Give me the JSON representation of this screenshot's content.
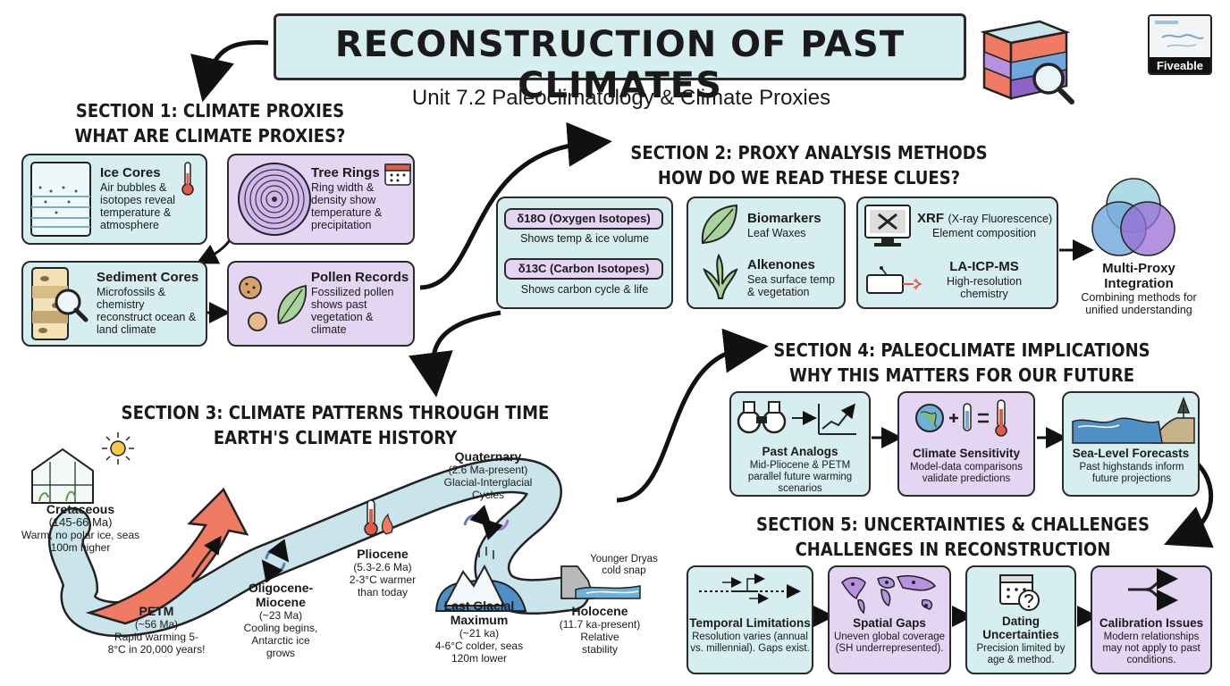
{
  "header": {
    "title": "RECONSTRUCTION OF PAST CLIMATES",
    "subtitle": "Unit 7.2 Paleoclimatology & Climate Proxies",
    "logo_text": "Fiveable"
  },
  "section1": {
    "heading_line1": "SECTION 1: CLIMATE PROXIES",
    "heading_line2": "WHAT ARE CLIMATE PROXIES?",
    "cards": [
      {
        "title": "Ice Cores",
        "text": "Air bubbles & isotopes reveal temperature & atmosphere"
      },
      {
        "title": "Tree Rings",
        "text": "Ring width & density show temperature & precipitation"
      },
      {
        "title": "Sediment Cores",
        "text": "Microfossils & chemistry reconstruct ocean & land climate"
      },
      {
        "title": "Pollen Records",
        "text": "Fossilized pollen shows past vegetation & climate"
      }
    ]
  },
  "section2": {
    "heading_line1": "SECTION 2: PROXY ANALYSIS METHODS",
    "heading_line2": "HOW DO WE READ THESE CLUES?",
    "isotopes": [
      {
        "label": "δ18O (Oxygen Isotopes)",
        "text": "Shows temp & ice volume"
      },
      {
        "label": "δ13C (Carbon Isotopes)",
        "text": "Shows carbon cycle & life"
      }
    ],
    "biomarkers": [
      {
        "title": "Biomarkers",
        "text": "Leaf Waxes"
      },
      {
        "title": "Alkenones",
        "text": "Sea surface temp & vegetation"
      }
    ],
    "instruments": [
      {
        "title": "XRF",
        "title_rest": "(X-ray Fluorescence)",
        "text": "Element composition"
      },
      {
        "title": "LA-ICP-MS",
        "text": "High-resolution chemistry"
      }
    ],
    "integration": {
      "title": "Multi-Proxy Integration",
      "text": "Combining methods for unified understanding"
    }
  },
  "section3": {
    "heading_line1": "SECTION 3: CLIMATE PATTERNS THROUGH TIME",
    "heading_line2": "EARTH'S CLIMATE HISTORY",
    "periods": [
      {
        "name": "Cretaceous",
        "range": "(145-66 Ma)",
        "text": "Warm, no polar ice, seas 100m higher"
      },
      {
        "name": "PETM",
        "range": "(~56 Ma)",
        "text": "Rapid warming 5-8°C in 20,000 years!"
      },
      {
        "name": "Oligocene-Miocene",
        "range": "(~23 Ma)",
        "text": "Cooling begins, Antarctic ice grows"
      },
      {
        "name": "Pliocene",
        "range": "(5.3-2.6 Ma)",
        "text": "2-3°C warmer than today"
      },
      {
        "name": "Quaternary",
        "range": "(2.6 Ma-present)",
        "text": "Glacial-Interglacial Cycles"
      },
      {
        "name": "Last Glacial Maximum",
        "range": "(~21 ka)",
        "text": "4-6°C colder, seas 120m lower"
      },
      {
        "name": "Holocene",
        "range": "(11.7 ka-present)",
        "text": "Relative stability"
      }
    ],
    "younger_dryas": "Younger Dryas cold snap"
  },
  "section4": {
    "heading_line1": "SECTION 4: PALEOCLIMATE IMPLICATIONS",
    "heading_line2": "WHY THIS MATTERS FOR OUR FUTURE",
    "cards": [
      {
        "title": "Past Analogs",
        "text": "Mid-Pliocene & PETM parallel future warming scenarios"
      },
      {
        "title": "Climate Sensitivity",
        "text": "Model-data comparisons validate predictions"
      },
      {
        "title": "Sea-Level Forecasts",
        "text": "Past highstands inform future projections"
      }
    ]
  },
  "section5": {
    "heading_line1": "SECTION 5: UNCERTAINTIES & CHALLENGES",
    "heading_line2": "CHALLENGES IN RECONSTRUCTION",
    "cards": [
      {
        "title": "Temporal Limitations",
        "text": "Resolution varies (annual vs. millennial). Gaps exist."
      },
      {
        "title": "Spatial Gaps",
        "text": "Uneven global coverage (SH underrepresented)."
      },
      {
        "title": "Dating Uncertainties",
        "text": "Precision limited by age & method."
      },
      {
        "title": "Calibration Issues",
        "text": "Modern relationships may not apply to past conditions."
      }
    ]
  },
  "colors": {
    "teal": "#d7eef0",
    "purple": "#e4d5f3",
    "outline": "#2a2a2a",
    "warm_arrow": "#f07a62",
    "cool_path": "#c9e4ea"
  },
  "icons": [
    "arrow-icon",
    "thermometer-icon",
    "calendar-icon",
    "magnifier-icon",
    "leaf-icon",
    "pollen-icon",
    "binoculars-icon",
    "globe-icon",
    "cycle-icon",
    "flame-icon",
    "greenhouse-icon",
    "sun-icon",
    "map-icon",
    "question-calendar-icon",
    "merge-arrows-icon",
    "laser-icon",
    "xray-monitor-icon"
  ]
}
